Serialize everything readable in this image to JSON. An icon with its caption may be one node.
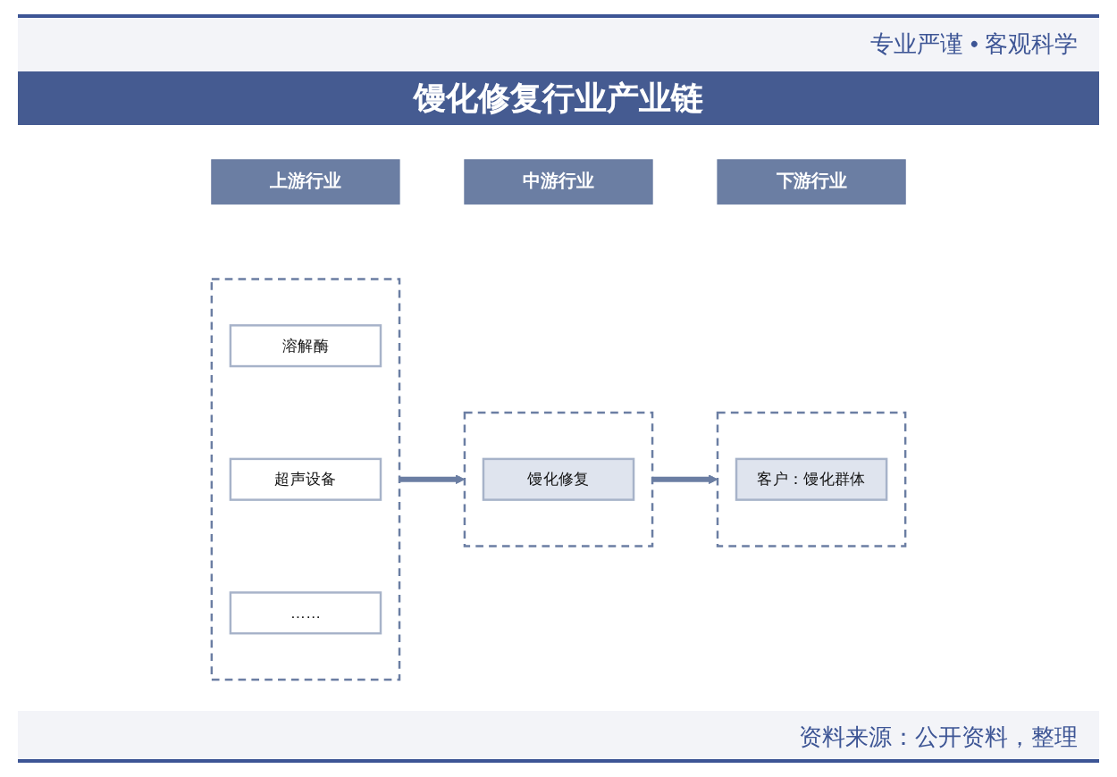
{
  "diagram": {
    "title": "馒化修复行业产业链",
    "nodes": [
      {
        "text": [
          "上游行业"
        ]
      },
      {
        "text": [],
        "shape": "box"
      },
      {
        "text": [
          "溶解酶"
        ],
        "in": 1
      },
      {
        "text": [
          "超声设备"
        ],
        "in": 1
      },
      {
        "text": [
          "……"
        ],
        "in": 1
      },
      {
        "text": [
          "中游行业"
        ]
      },
      {
        "text": [],
        "shape": "box"
      },
      {
        "text": [
          "馒化修复"
        ],
        "in": 6
      },
      {
        "text": [
          "下游行业"
        ]
      },
      {
        "text": [],
        "shape": "box"
      },
      {
        "text": [
          "客户：馒化群体"
        ],
        "in": 9
      }
    ],
    "edges": [
      {
        "from": 1,
        "to": 6,
        "arrow": "to"
      },
      {
        "from": 6,
        "to": 9,
        "arrow": "to"
      }
    ],
    "labels": [
      "专业严谨 • 客观科学",
      "资料来源：公开资料，整理"
    ]
  }
}
